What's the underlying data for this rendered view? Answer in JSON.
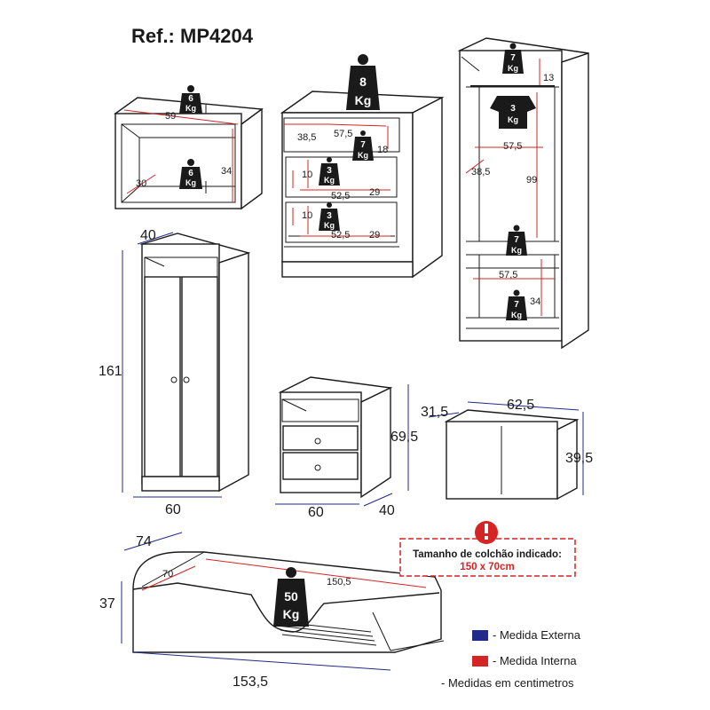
{
  "title": "Ref.: MP4204",
  "nicho": {
    "top_weight": "6",
    "top_unit": "Kg",
    "mid_weight": "6",
    "mid_unit": "Kg",
    "width": "59",
    "height": "34",
    "depth": "30"
  },
  "comoda": {
    "weight": "8",
    "unit": "Kg",
    "d1": "38,5",
    "w1": "57,5",
    "h1": "18",
    "drawer_weight": "7",
    "drawer_unit": "Kg",
    "d2_h": "10",
    "d2_w": "52,5",
    "d2_d": "29",
    "d2_weight": "3",
    "d2_unit": "Kg",
    "d3_h": "10",
    "d3_w": "52,5",
    "d3_d": "29",
    "d3_weight": "3",
    "d3_unit": "Kg"
  },
  "roupeiro": {
    "top_weight": "7",
    "top_unit": "Kg",
    "top_h": "13",
    "hanger_weight": "3",
    "hanger_unit": "Kg",
    "inner_w": "57,5",
    "depth": "38,5",
    "inner_h": "99",
    "shelf_weight": "7",
    "shelf_unit": "Kg",
    "low_w": "57,5",
    "low_weight": "7",
    "low_unit": "Kg",
    "low_h": "34"
  },
  "guarda_roupa": {
    "depth": "40",
    "height": "161",
    "width": "60"
  },
  "mesa": {
    "height": "69,5",
    "width": "60",
    "depth": "40"
  },
  "aereo": {
    "depth": "31,5",
    "width": "62,5",
    "height": "39,5"
  },
  "cama": {
    "depth": "74",
    "height": "37",
    "inner_d": "70",
    "inner_l": "150,5",
    "length": "153,5",
    "weight": "50",
    "unit": "Kg"
  },
  "notice": {
    "line1": "Tamanho de colchão indicado:",
    "line2": "150 x 70cm",
    "icon": "exclamation-icon"
  },
  "legend": {
    "external": "- Medida Externa",
    "internal": "- Medida Interna",
    "units": "- Medidas em centimetros",
    "external_color": "#1f2a8a",
    "internal_color": "#d42424"
  }
}
